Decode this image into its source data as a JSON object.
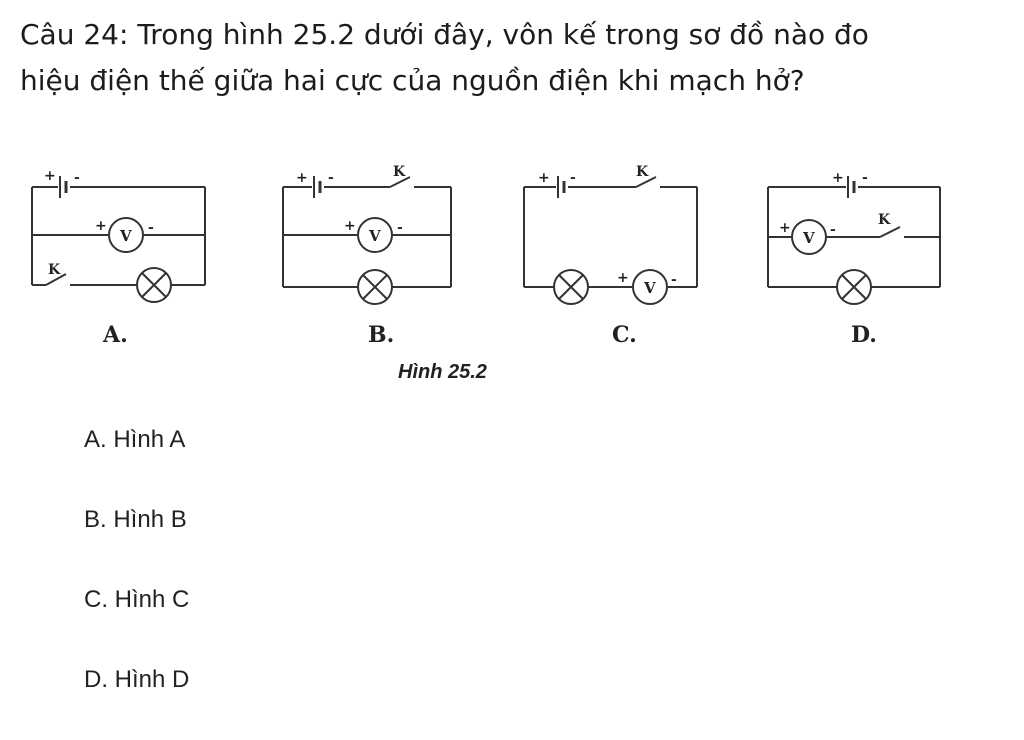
{
  "question": {
    "line1": "Câu 24: Trong hình 25.2 dưới đây, vôn kế trong sơ đồ nào đo",
    "line2": "hiệu điện thế giữa hai cực của nguồn điện khi mạch hở?"
  },
  "figure": {
    "caption": "Hình 25.2",
    "symbols": {
      "plus": "+",
      "minus": "-",
      "switch": "K",
      "voltmeter": "V"
    },
    "diagrams": [
      {
        "label": "A."
      },
      {
        "label": "B."
      },
      {
        "label": "C."
      },
      {
        "label": "D."
      }
    ]
  },
  "options": [
    {
      "text": "A. Hình A"
    },
    {
      "text": "B. Hình B"
    },
    {
      "text": "C. Hình C"
    },
    {
      "text": "D. Hình D"
    }
  ]
}
